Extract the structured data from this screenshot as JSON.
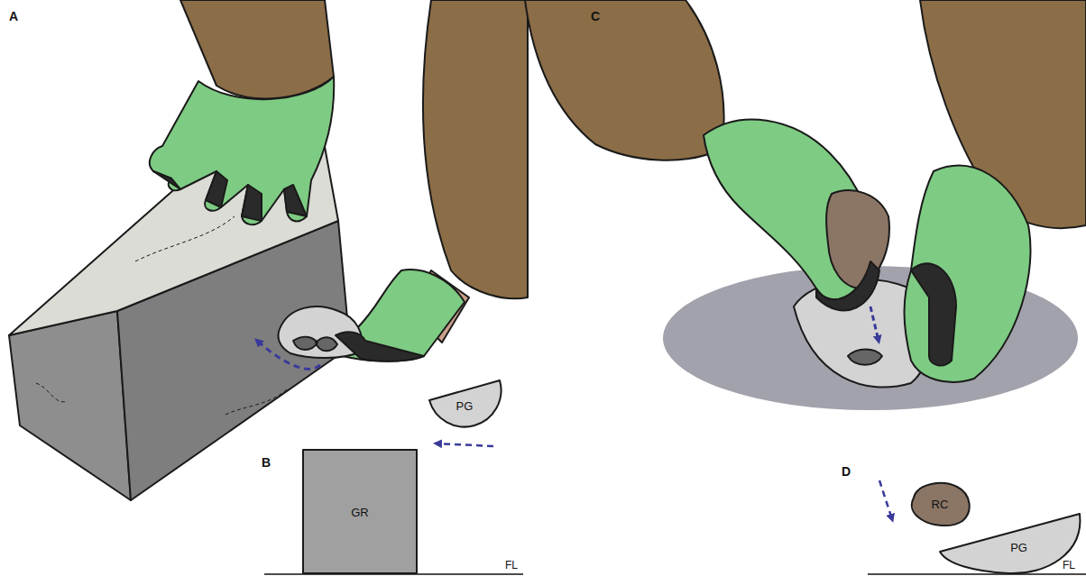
{
  "diagram": {
    "nodes": [
      {
        "text": [
          "GR"
        ]
      },
      {
        "text": [
          "PG"
        ]
      },
      {
        "text": [
          "RC"
        ]
      },
      {
        "text": [
          "PG"
        ]
      }
    ],
    "labels": [
      "A",
      "B",
      "FL",
      "C",
      "D",
      "FL"
    ]
  }
}
